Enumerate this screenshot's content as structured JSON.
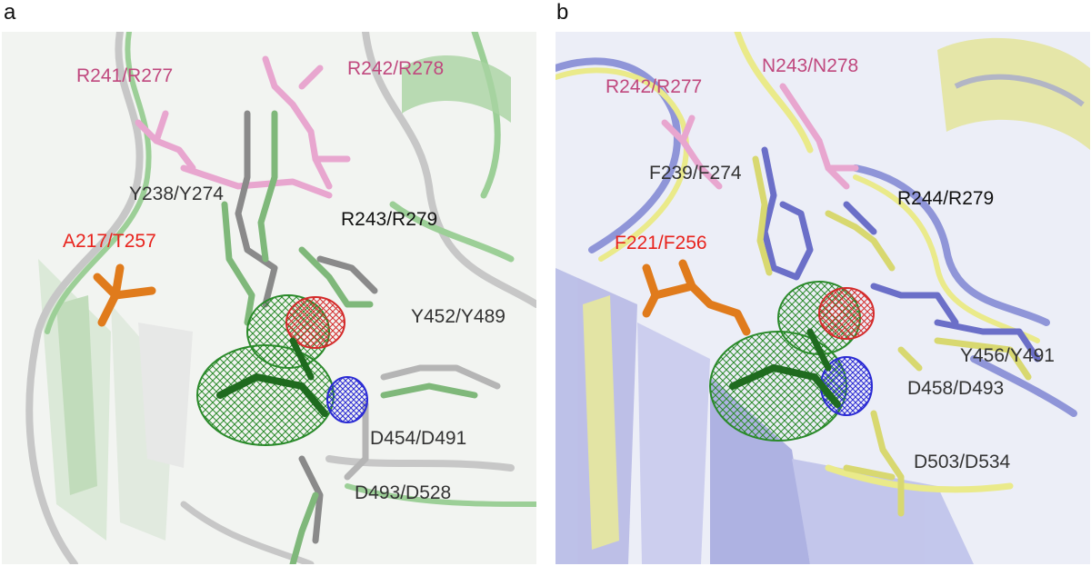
{
  "panels": [
    {
      "letter": "a",
      "labels": {
        "r241": "R241/R277",
        "r242": "R242/R278",
        "y238": "Y238/Y274",
        "r243": "R243/R279",
        "a217": "A217/T257",
        "y452": "Y452/Y489",
        "d454": "D454/D491",
        "d493": "D493/D528"
      }
    },
    {
      "letter": "b",
      "labels": {
        "r242": "R242/R277",
        "n243": "N243/N278",
        "f239": "F239/F274",
        "r244": "R244/R279",
        "f221": "F221/F256",
        "y456": "Y456/Y491",
        "d458": "D458/D493",
        "d503": "D503/D534"
      }
    }
  ],
  "colors": {
    "pink_label": "#c0487e",
    "red_label": "#e8231d",
    "dark_label": "#333333",
    "black_label": "#111111",
    "ligand_mesh": "#2a8a2a",
    "oxygen_mesh": "#d42a2a",
    "nitrogen_mesh": "#2a2ad4",
    "orange_residue": "#e07b1c",
    "pink_residue": "#e8a6cf",
    "green_cartoon": "#9ccf97",
    "gray_cartoon": "#c7c7c7",
    "blue_cartoon": "#8f95d8",
    "yellow_cartoon": "#eaea8a"
  }
}
